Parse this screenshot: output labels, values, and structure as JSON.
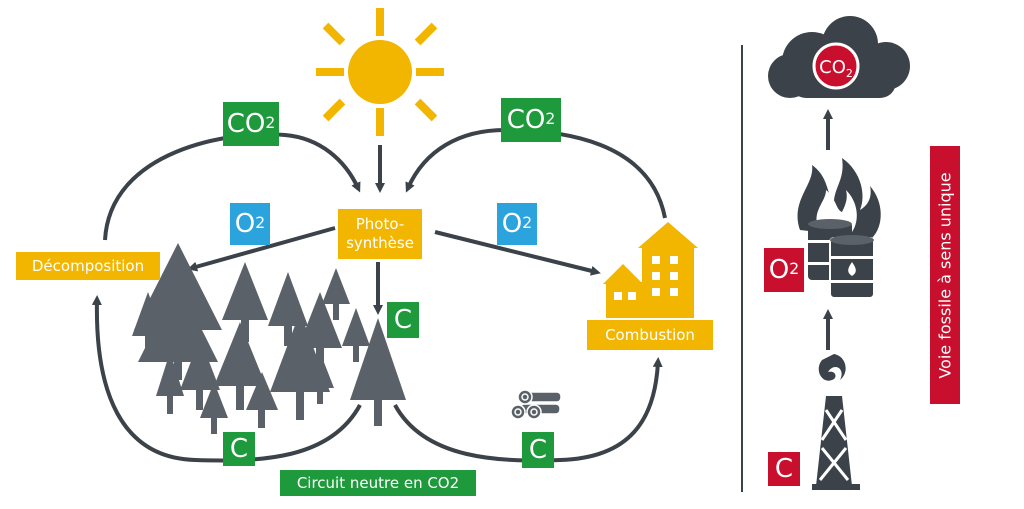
{
  "colors": {
    "arrow": "#3c4249",
    "green": "#1e9a3c",
    "blue": "#2ba3dc",
    "yellow": "#f2b600",
    "red": "#c8102e",
    "grey": "#5a6168"
  },
  "labels": {
    "co2_main": "CO",
    "co2_sub": "2",
    "o2_main": "O",
    "o2_sub": "2",
    "carbon": "C",
    "photosynthesis_line1": "Photo-",
    "photosynthesis_line2": "synthèse",
    "decomposition": "Décomposition",
    "combustion": "Combustion",
    "neutral_circuit": "Circuit neutre en CO2",
    "fossil_one_way": "Voie fossile à sens unique",
    "cloud_co2_main": "CO",
    "cloud_co2_sub": "2"
  }
}
